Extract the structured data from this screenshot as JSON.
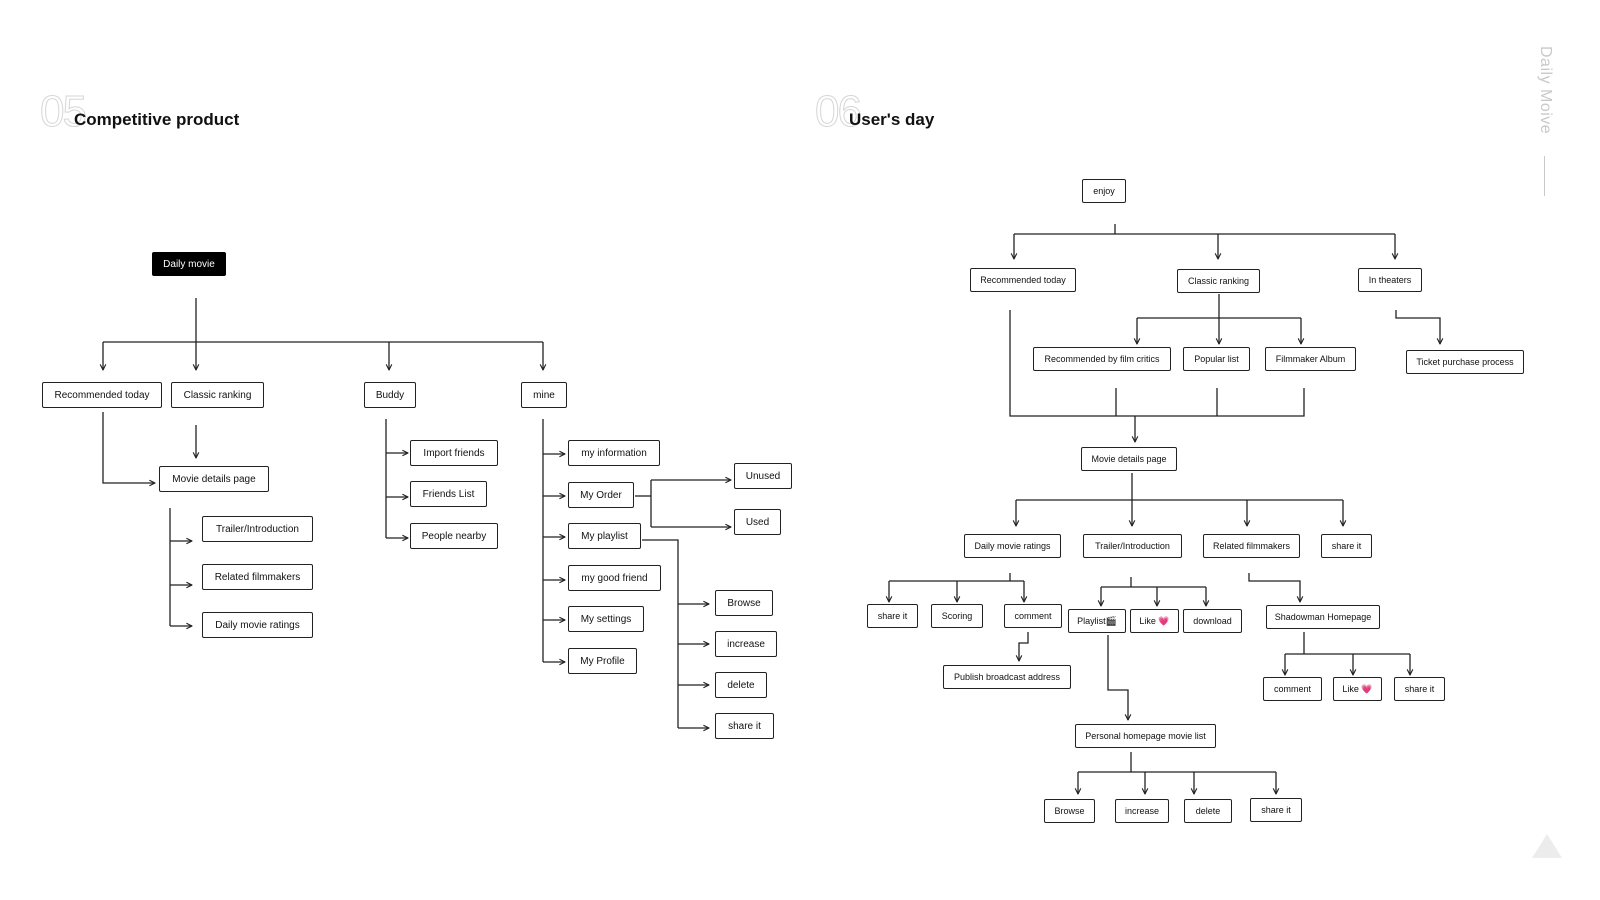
{
  "sections": {
    "left": {
      "number": "05",
      "title": "Competitive product"
    },
    "right": {
      "number": "06",
      "title": "User's day"
    }
  },
  "brand": "Daily Moive",
  "left_nodes": {
    "root": "Daily movie",
    "recommended_today": "Recommended today",
    "classic_ranking": "Classic ranking",
    "buddy": "Buddy",
    "mine": "mine",
    "movie_details_page": "Movie details page",
    "trailer_introduction": "Trailer/Introduction",
    "related_filmmakers": "Related filmmakers",
    "daily_movie_ratings": "Daily movie ratings",
    "import_friends": "Import friends",
    "friends_list": "Friends List",
    "people_nearby": "People nearby",
    "my_information": "my information",
    "my_order": "My Order",
    "my_playlist": "My playlist",
    "my_good_friend": "my good friend",
    "my_settings": "My settings",
    "my_profile": "My Profile",
    "unused": "Unused",
    "used": "Used",
    "browse": "Browse",
    "increase": "increase",
    "delete": "delete",
    "share_it": "share it"
  },
  "right_nodes": {
    "enjoy": "enjoy",
    "recommended_today": "Recommended today",
    "classic_ranking": "Classic ranking",
    "in_theaters": "In theaters",
    "recommended_by_film_critics": "Recommended by film critics",
    "popular_list": "Popular list",
    "filmmaker_album": "Filmmaker Album",
    "ticket_purchase_process": "Ticket purchase process",
    "movie_details_page": "Movie details page",
    "daily_movie_ratings": "Daily movie ratings",
    "trailer_introduction": "Trailer/Introduction",
    "related_filmmakers": "Related filmmakers",
    "share_it_top": "share it",
    "share_it_ratings": "share it",
    "scoring": "Scoring",
    "comment_ratings": "comment",
    "publish_broadcast_address": "Publish broadcast address",
    "playlist": "Playlist🎬",
    "like_trailer": "Like 💗",
    "download": "download",
    "shadowman_homepage": "Shadowman Homepage",
    "comment_shadowman": "comment",
    "like_shadowman": "Like 💗",
    "share_it_shadowman": "share it",
    "personal_homepage_movie_list": "Personal homepage movie list",
    "browse": "Browse",
    "increase": "increase",
    "delete": "delete",
    "share_it_bottom": "share it"
  }
}
